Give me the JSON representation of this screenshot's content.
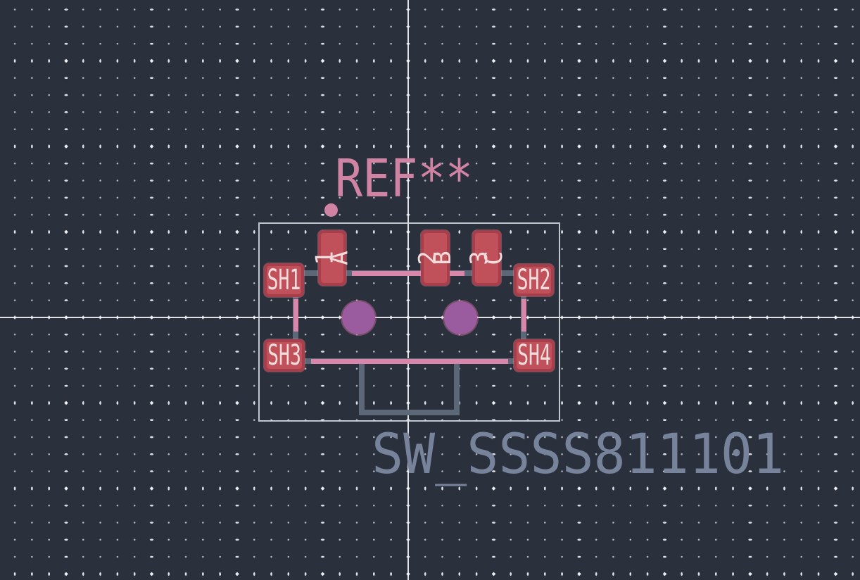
{
  "canvas": {
    "type": "pcb-footprint-editor-viewport",
    "background_color": "#2b303d",
    "grid_fine_dot_color": "#cbd0d8",
    "grid_coarse_dot_color": "#f0f1f4",
    "crosshair_color": "#f2f3f5"
  },
  "footprint": {
    "reference": {
      "text": "REF**",
      "color": "#d083a2"
    },
    "value": {
      "text": "SW_SSSS811101",
      "color": "#76839b"
    },
    "colors": {
      "pad_fill": "#c0505a",
      "pad_border": "#a63f4b",
      "pad_text": "#f2dcdc",
      "hole_fill": "#9a5c9e",
      "hole_rim": "#cd7396",
      "fab_line": "#5c6878",
      "silk_line": "#d886aa",
      "courtyard_line": "#d5dbe2",
      "anchor_dot": "#d083a2"
    },
    "pads": [
      {
        "number": "1",
        "pin_name": "A"
      },
      {
        "number": "2",
        "pin_name": "B"
      },
      {
        "number": "3",
        "pin_name": "C"
      },
      {
        "number": "SH1"
      },
      {
        "number": "SH2"
      },
      {
        "number": "SH3"
      },
      {
        "number": "SH4"
      }
    ],
    "holes": [
      {
        "shape": "circle",
        "position": "left"
      },
      {
        "shape": "circle",
        "position": "right"
      }
    ]
  }
}
